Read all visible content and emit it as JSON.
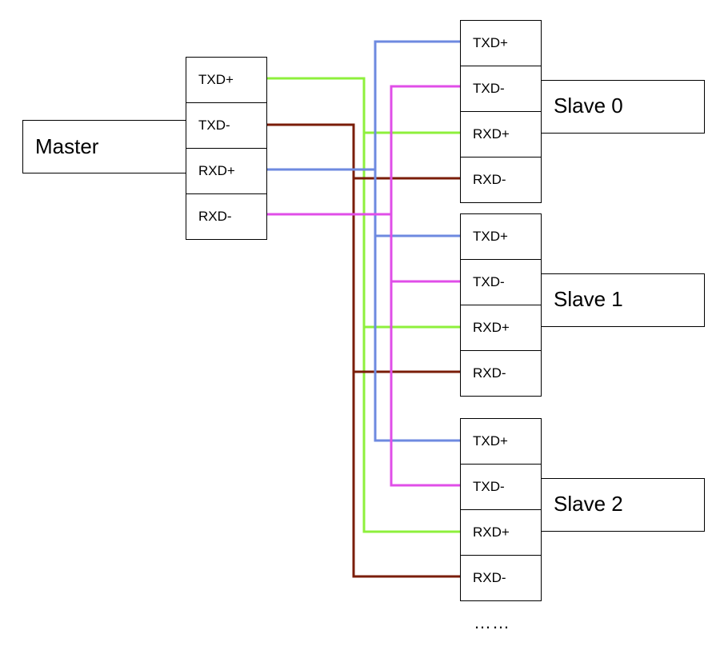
{
  "master": {
    "label": "Master",
    "pins": [
      "TXD+",
      "TXD-",
      "RXD+",
      "RXD-"
    ]
  },
  "slaves": [
    {
      "label": "Slave 0",
      "pins": [
        "TXD+",
        "TXD-",
        "RXD+",
        "RXD-"
      ]
    },
    {
      "label": "Slave 1",
      "pins": [
        "TXD+",
        "TXD-",
        "RXD+",
        "RXD-"
      ]
    },
    {
      "label": "Slave 2",
      "pins": [
        "TXD+",
        "TXD-",
        "RXD+",
        "RXD-"
      ]
    }
  ],
  "ellipsis": "……",
  "wire_colors": {
    "master_txd_plus": "#8ef03c",
    "master_txd_minus": "#7a1d08",
    "master_rxd_plus": "#6e8ae0",
    "master_rxd_minus": "#e04ee8"
  }
}
